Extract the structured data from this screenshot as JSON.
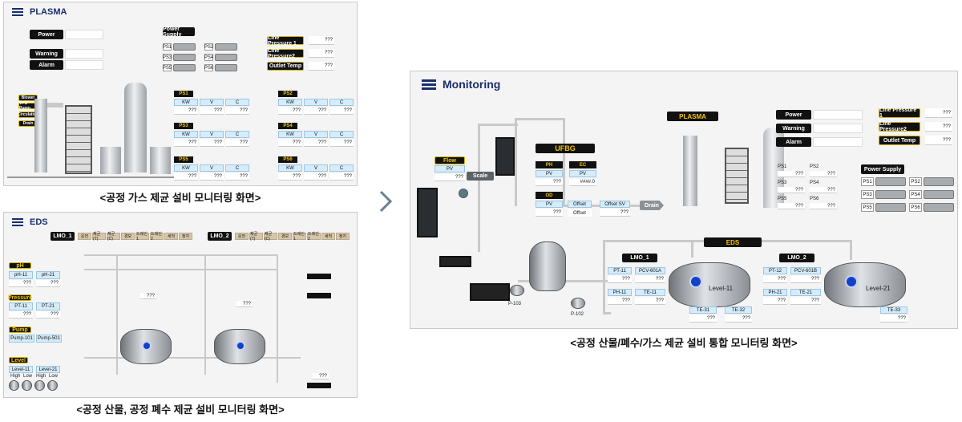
{
  "plasma": {
    "title": "PLASMA",
    "power": "Power",
    "warning": "Warning",
    "alarm": "Alarm",
    "power_supply": "Power Supply",
    "ps_labels": [
      "PS1",
      "PS2",
      "PS3",
      "PS4",
      "PS5",
      "PS6"
    ],
    "line_pressure1": "Line Pressure 1",
    "line_pressure2": "Line Pressure2",
    "outlet_temp": "Outlet Temp",
    "unknown": "???",
    "blower": "Blower",
    "pump": "VPS Pump",
    "circulation": "Circulation",
    "drain": "Drain",
    "ps_cols": [
      "KW",
      "V",
      "C"
    ],
    "caption": "<공정 가스 제균 설비 모니터링 화면>"
  },
  "eds": {
    "title": "EDS",
    "lmo1": "LMO_1",
    "lmo2": "LMO_2",
    "tabs": [
      "운전",
      "제균(T)",
      "제균(C)",
      "경보",
      "드레인1",
      "드레인2",
      "세척",
      "정지"
    ],
    "ph": "pH",
    "ph11": "pH-11",
    "ph21": "pH-21",
    "pressure": "Pressure",
    "pt11": "PT-11",
    "pt21": "PT-21",
    "pump": "Pump",
    "pump101": "Pump-101",
    "pump501": "Pump-501",
    "level": "Level",
    "level11": "Level-11",
    "level21": "Level-21",
    "high": "High",
    "low": "Low",
    "unknown": "???",
    "caption": "<공정 산물, 공정 폐수 제균 설비 모니터링 화면>"
  },
  "monitoring": {
    "title": "Monitoring",
    "flow": "Flow",
    "pv": "PV",
    "scale": "Scale",
    "ufbg": "UFBG",
    "ph": "PH",
    "ec": "EC",
    "hash": "####.0",
    "od": "OD",
    "offset": "Offset",
    "offset_sv": "Offset SV",
    "drain": "Drain",
    "plasma": "PLASMA",
    "power": "Power",
    "warning": "Warning",
    "alarm": "Alarm",
    "line_pressure1": "Line Pressure 1",
    "line_pressure2": "Line Pressure2",
    "outlet_temp": "Outlet Temp",
    "power_supply": "Power Supply",
    "ps_labels": [
      "PS1",
      "PS2",
      "PS3",
      "PS4",
      "PS5",
      "PS6"
    ],
    "eds": "EDS",
    "lmo1": "LMO_1",
    "lmo2": "LMO_2",
    "pt11": "PT-11",
    "pcv601a": "PCV-601A",
    "ph11": "PH-11",
    "te11": "TE-11",
    "level11": "Level-11",
    "te31": "TE-31",
    "te32": "TE-32",
    "pt12": "PT-12",
    "pcv601b": "PCV-601B",
    "ph21": "PH-21",
    "te21": "TE-21",
    "level21": "Level-21",
    "te33": "TE-33",
    "p103": "P-103",
    "p102": "P-102",
    "unknown": "???",
    "caption": "<공정 산물/폐수/가스 제균 설비 통합 모니터링 화면>"
  }
}
